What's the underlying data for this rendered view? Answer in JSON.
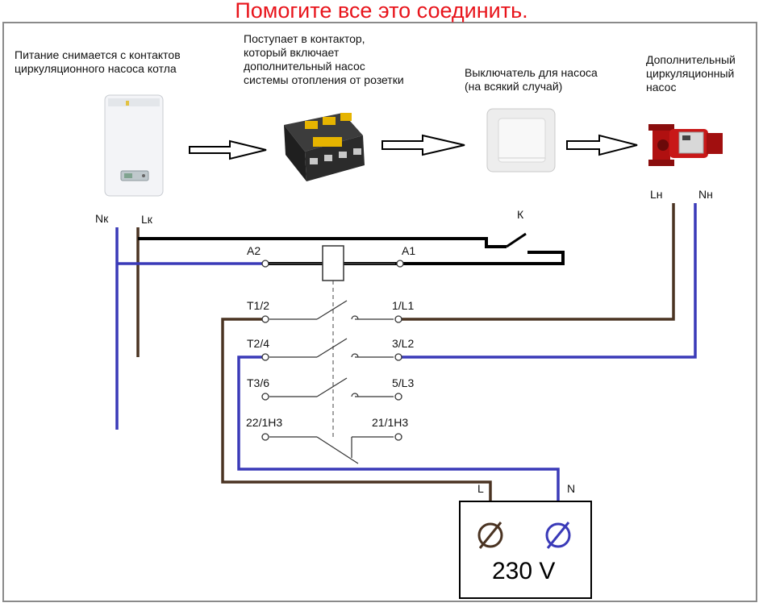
{
  "title": "Помогите все это соединить.",
  "captions": {
    "boiler": "Питание снимается с контактов\nциркуляционного насоса котла",
    "contactor": "Поступает в контактор,\nкоторый включает\nдополнительный насос\nсистемы отопления от розетки",
    "switch": "Выключатель для насоса\n(на всякий случай)",
    "pump": "Дополнительный\nциркуляционный\nнасос"
  },
  "labels": {
    "nk": "Nк",
    "lk": "Lк",
    "ln": "Lн",
    "nn": "Nн",
    "k": "К",
    "a2": "A2",
    "a1": "A1",
    "t12": "T1/2",
    "t24": "T2/4",
    "t36": "T3/6",
    "c22": "22/1Н3",
    "l11": "1/L1",
    "l32": "3/L2",
    "l53": "5/L3",
    "c21": "21/1Н3",
    "l": "L",
    "n": "N",
    "voltage": "230 V"
  },
  "colors": {
    "title": "#e8141b",
    "brown": "#4a3322",
    "blue": "#3a3ab8",
    "black": "#000000"
  },
  "icons": [
    "gas-boiler-icon",
    "contactor-icon",
    "wall-switch-icon",
    "circulation-pump-icon"
  ]
}
